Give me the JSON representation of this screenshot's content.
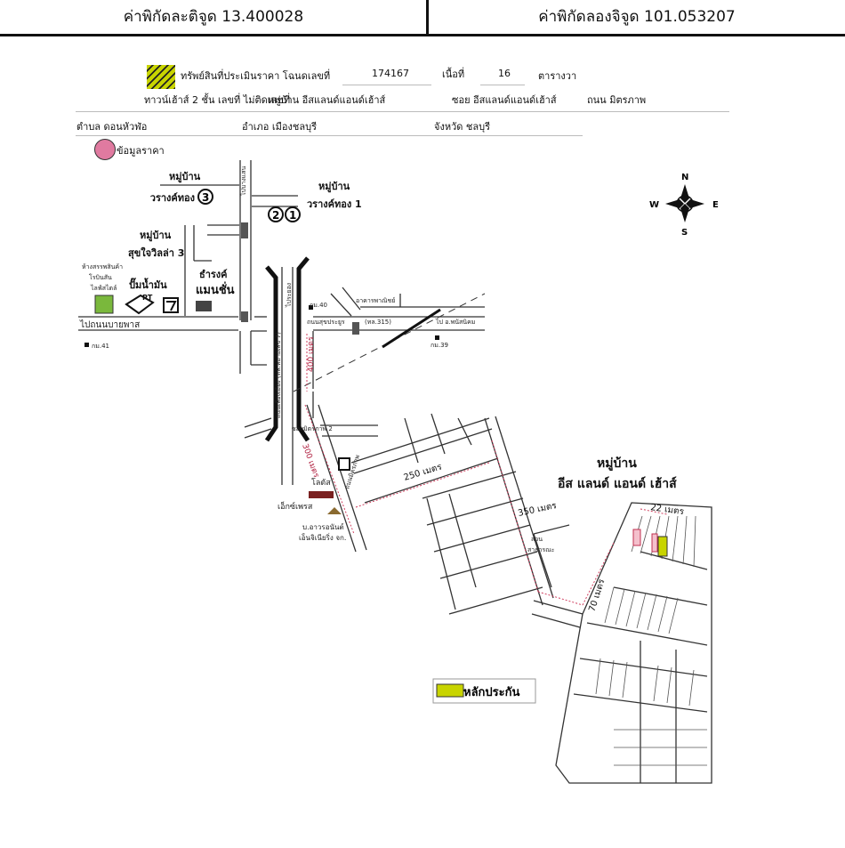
{
  "header": {
    "latitude": "ค่าพิกัดละติจูด 13.400028",
    "longitude": "ค่าพิกัดลองจิจูด 101.053207"
  },
  "form": {
    "asset_label": "ทรัพย์สินที่ประเมินราคา โฉนดเลขที่",
    "deed_no": "174167",
    "area_label": "เนื้อที่",
    "area_value": "16",
    "area_unit": "ตารางวา",
    "building": "ทาวน์เฮ้าส์ 2 ชั้น เลขที่ ไม่ติดเลขที่",
    "village": "หมู่บ้าน อีสแลนด์แอนด์เฮ้าส์",
    "soi": "ซอย อีสแลนด์แอนด์เฮ้าส์",
    "road": "ถนน มิตรภาพ",
    "subdistrict": "ตำบล ดอนหัวฬ่อ",
    "district": "อำเภอ  เมืองชลบุรี",
    "province": "จังหวัด ชลบุรี",
    "price_data_legend": "ข้อมูลราคา"
  },
  "colors": {
    "asset": "#c8d400",
    "price_circle": "#e07aa0",
    "distance": "#d04060"
  },
  "map": {
    "v3_a": "หมู่บ้าน",
    "v3_b": "วรางค์ทอง",
    "v3_num": "3",
    "v1_a": "หมู่บ้าน",
    "v1_b": "วรางค์ทอง 1",
    "num2": "2",
    "num1": "1",
    "sj_a": "หมู่บ้าน",
    "sj_b": "สุขใจวิลล่า 3",
    "robinson_a": "ห้างสรรพสินค้า",
    "robinson_b": "โรบินสัน",
    "robinson_c": "ไลฟ์สไตล์",
    "gas_a": "ปั๊มน้ำมัน",
    "gas_b": "PT",
    "mansion_a": "ธำรงค์",
    "mansion_b": "แมนชั่น",
    "to_bypass": "ไปถนนบายพาส",
    "km41": "กม.41",
    "km40": "กม.40",
    "km39": "กม.39",
    "sukprayoon": "ถนนสุขประยูร",
    "route315": "(ทล.315)",
    "commercial": "อาคารพาณิชย์",
    "to_phanat": "ไป อ.พนัสนิคม",
    "highway": "ถนนเลี่ยงเมือง (ทล.หมายเลข 7)",
    "to_bangkok": "ไปบางแสน",
    "to_rayong": "ไประยอง",
    "soi_mitr2": "ซอยมิตรภาพ 2",
    "mitraphap": "ถนนมิตรภาพ",
    "d400": "400 เมตร",
    "d300": "300 เมตร",
    "d250": "250 เมตร",
    "d350": "350 เมตร",
    "d70": "70 เมตร",
    "d22": "22 เมตร",
    "lotus_a": "โลตัส",
    "lotus_b": "เอ็กซ์เพรส",
    "company_a": "บ.อาวรอนันต์",
    "company_b": "เอ็นจิเนียริ่ง จก.",
    "park_a": "สวน",
    "park_b": "สาธารณะ",
    "estate_a": "หมู่บ้าน",
    "estate_b": "อีส แลนด์ แอนด์ เฮ้าส์",
    "collateral": "หลักประกัน",
    "compass": {
      "n": "N",
      "s": "S",
      "e": "E",
      "w": "W"
    }
  }
}
